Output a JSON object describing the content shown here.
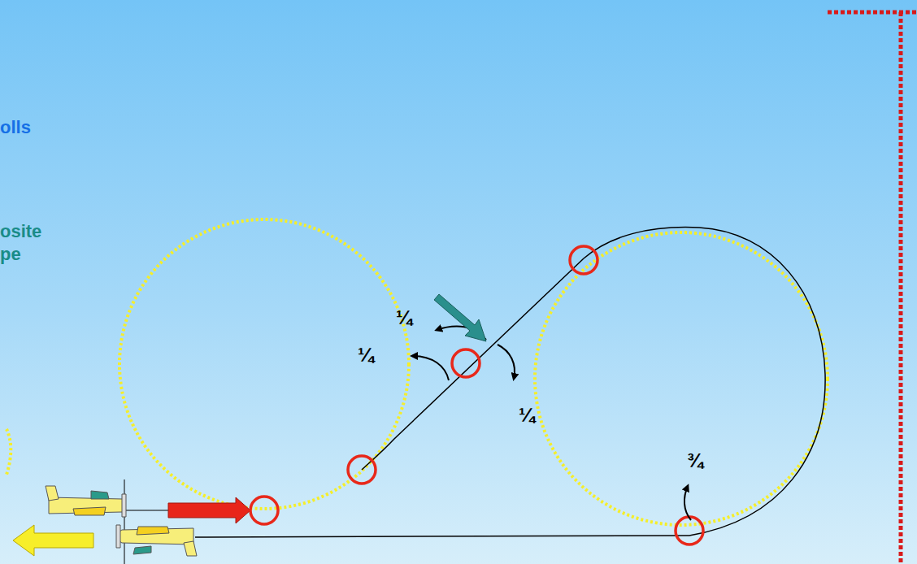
{
  "diagram": {
    "labels": [
      "olls",
      "osite",
      "pe",
      "¼",
      "¼",
      "¼",
      "¾"
    ]
  }
}
